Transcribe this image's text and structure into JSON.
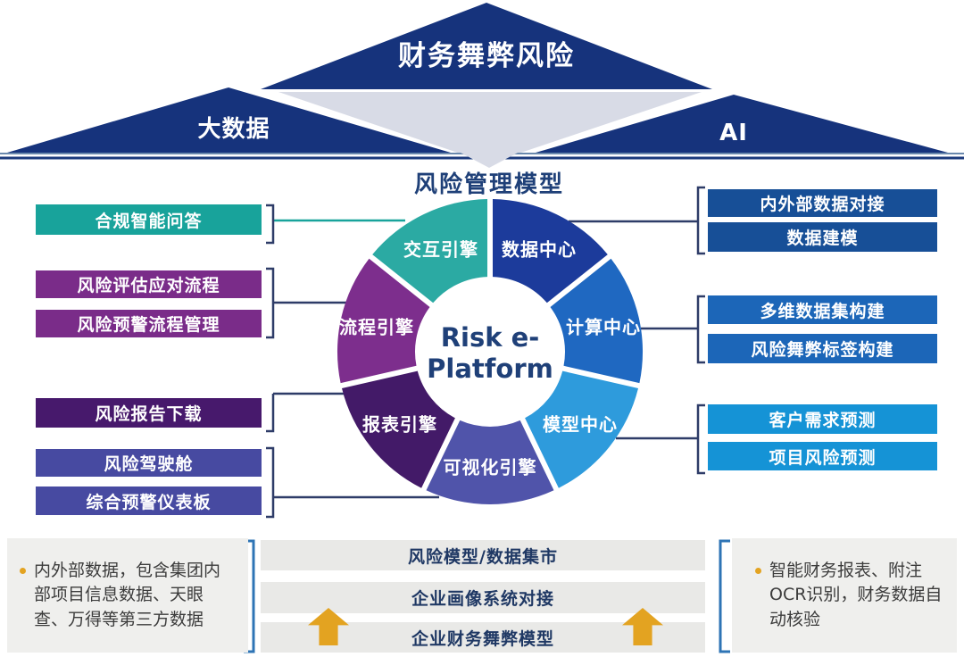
{
  "palette": {
    "navy_tri": "#16337c",
    "gray_tri": "#d8dbe6",
    "line_light": "#6a89ad",
    "line_dark": "#1b3a7c",
    "teal": "#18a39b",
    "purple": "#7a2c89",
    "dark_purple": "#47196c",
    "indigo": "#474aa1",
    "navy_box": "#174f97",
    "blue_box": "#1c66b8",
    "lightblue_box": "#1593d6",
    "dark_conn": "#2e3c68",
    "bracket_blue": "#2e74b5",
    "gold": "#e3a321",
    "bar_bg": "#e9e9e7",
    "panel_bg": "#efefed",
    "title_navy": "#1f4078"
  },
  "pyramid": {
    "main": "财务舞弊风险",
    "left": "大数据",
    "right": "AI"
  },
  "title": "风险管理模型",
  "wheel": {
    "center_line1": "Risk e-",
    "center_line2": "Platform",
    "segments": [
      {
        "label": "数据中心",
        "color": "#1c3b9b"
      },
      {
        "label": "计算中心",
        "color": "#1f68c1"
      },
      {
        "label": "模型中心",
        "color": "#2e9bdc"
      },
      {
        "label": "可视化引擎",
        "color": "#5054aa"
      },
      {
        "label": "报表引擎",
        "color": "#431a68"
      },
      {
        "label": "流程引擎",
        "color": "#7d2e8d"
      },
      {
        "label": "交互引擎",
        "color": "#2baaa3"
      }
    ]
  },
  "left_groups": [
    {
      "items": [
        {
          "label": "合规智能问答",
          "color": "#18a39b"
        }
      ]
    },
    {
      "items": [
        {
          "label": "风险评估应对流程",
          "color": "#7a2c89"
        },
        {
          "label": "风险预警流程管理",
          "color": "#7a2c89"
        }
      ]
    },
    {
      "items": [
        {
          "label": "风险报告下载",
          "color": "#47196c"
        }
      ]
    },
    {
      "items": [
        {
          "label": "风险驾驶舱",
          "color": "#474aa1"
        },
        {
          "label": "综合预警仪表板",
          "color": "#474aa1"
        }
      ]
    }
  ],
  "right_groups": [
    {
      "items": [
        {
          "label": "内外部数据对接",
          "color": "#174f97"
        },
        {
          "label": "数据建模",
          "color": "#174f97"
        }
      ]
    },
    {
      "items": [
        {
          "label": "多维数据集构建",
          "color": "#1c66b8"
        },
        {
          "label": "风险舞弊标签构建",
          "color": "#1c66b8"
        }
      ]
    },
    {
      "items": [
        {
          "label": "客户需求预测",
          "color": "#1593d6"
        },
        {
          "label": "项目风险预测",
          "color": "#1593d6"
        }
      ]
    }
  ],
  "bottom": {
    "left_note": "内外部数据，包含集团内部项目信息数据、天眼查、万得等第三方数据",
    "bars": [
      "风险模型/数据集市",
      "企业画像系统对接",
      "企业财务舞弊模型"
    ],
    "right_note": "智能财务报表、附注OCR识别，财务数据自动核验"
  }
}
